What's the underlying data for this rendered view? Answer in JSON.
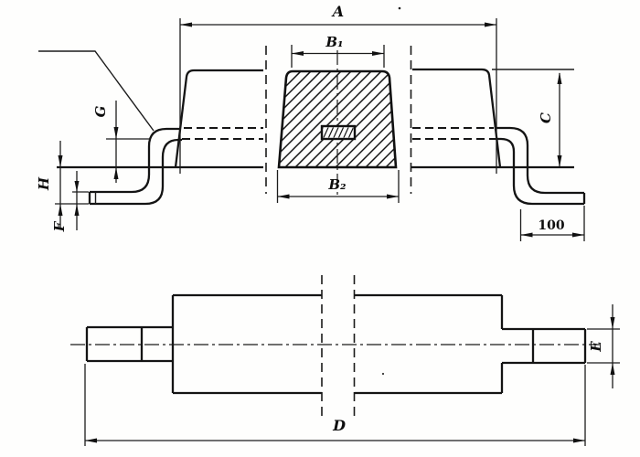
{
  "drawing": {
    "line_color": "#141414",
    "background": "#fefefd",
    "top_view": {
      "dim_overall_width": "A",
      "dim_hub_top_width": "B₁",
      "dim_hub_bottom_width": "B₂",
      "dim_body_height": "C",
      "dim_g": "G",
      "dim_h": "H",
      "dim_f": "F",
      "dim_end_flat_length": "100"
    },
    "bottom_view": {
      "dim_overall_length": "D",
      "dim_shaft_end_height": "E"
    }
  }
}
